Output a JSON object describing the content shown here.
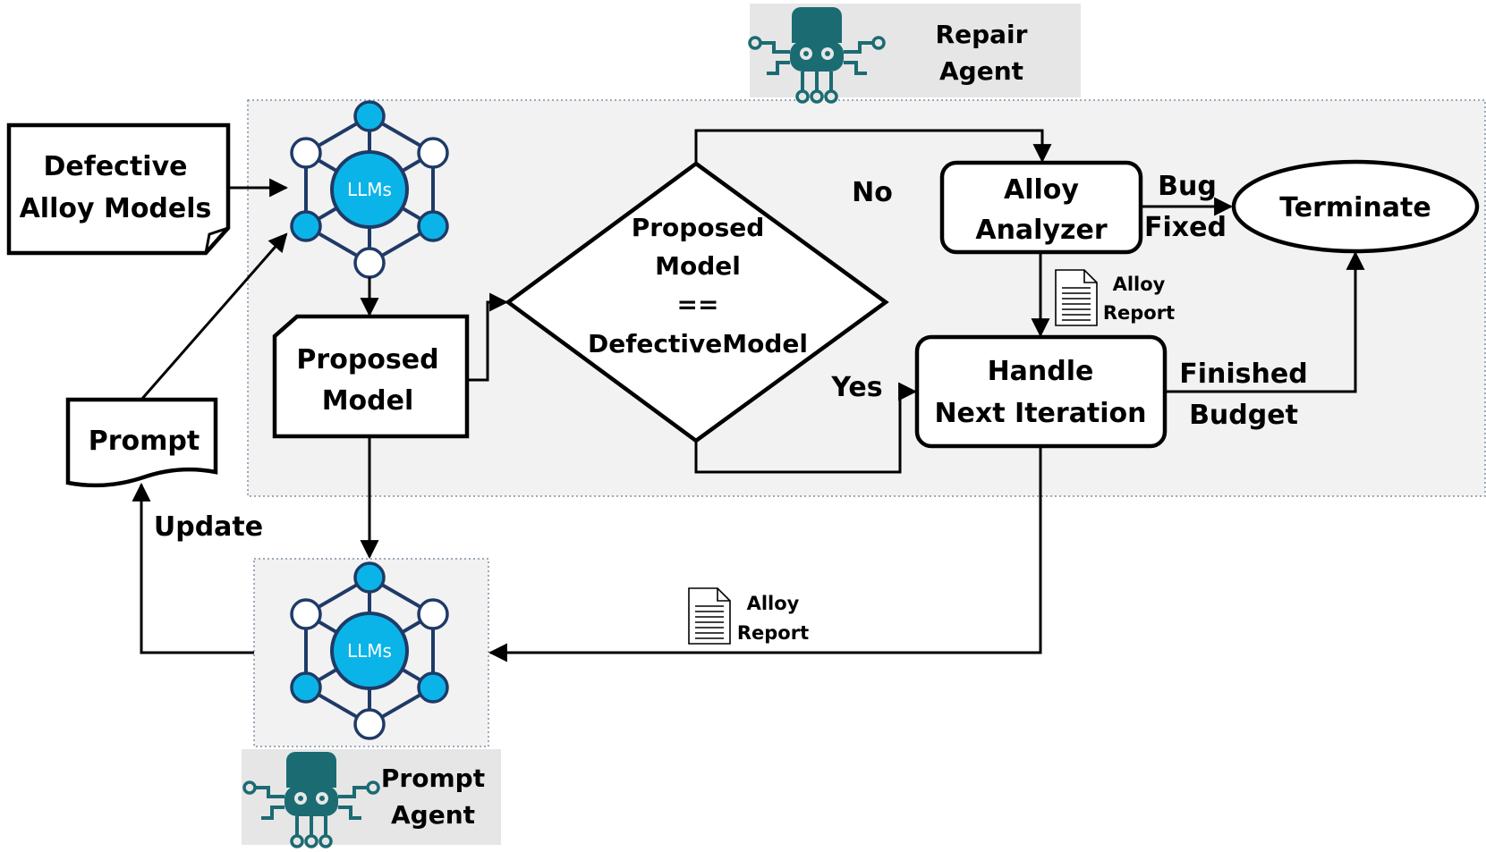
{
  "repair_agent": {
    "line1": "Repair",
    "line2": "Agent"
  },
  "prompt_agent": {
    "line1": "Prompt",
    "line2": "Agent"
  },
  "llm_label": "LLMs",
  "defective_models": {
    "line1": "Defective",
    "line2": "Alloy Models"
  },
  "proposed_model": {
    "line1": "Proposed",
    "line2": "Model"
  },
  "decision": {
    "line1": "Proposed",
    "line2": "Model",
    "line3": "==",
    "line4": "DefectiveModel"
  },
  "alloy_analyzer": {
    "line1": "Alloy",
    "line2": "Analyzer"
  },
  "terminate": "Terminate",
  "handle_next": {
    "line1": "Handle",
    "line2": "Next Iteration"
  },
  "prompt": "Prompt",
  "edge_labels": {
    "no": "No",
    "yes": "Yes",
    "bug_fixed": {
      "line1": "Bug",
      "line2": "Fixed"
    },
    "finished_budget": {
      "line1": "Finished",
      "line2": "Budget"
    },
    "update": "Update"
  },
  "alloy_report": {
    "line1": "Alloy",
    "line2": "Report"
  },
  "colors": {
    "agent_teal": "#1b6b72",
    "llm_blue": "#0ab4e8",
    "node_navy": "#1f3a66",
    "panel_bg": "#f2f2f2",
    "tag_bg": "#e6e6e6"
  }
}
